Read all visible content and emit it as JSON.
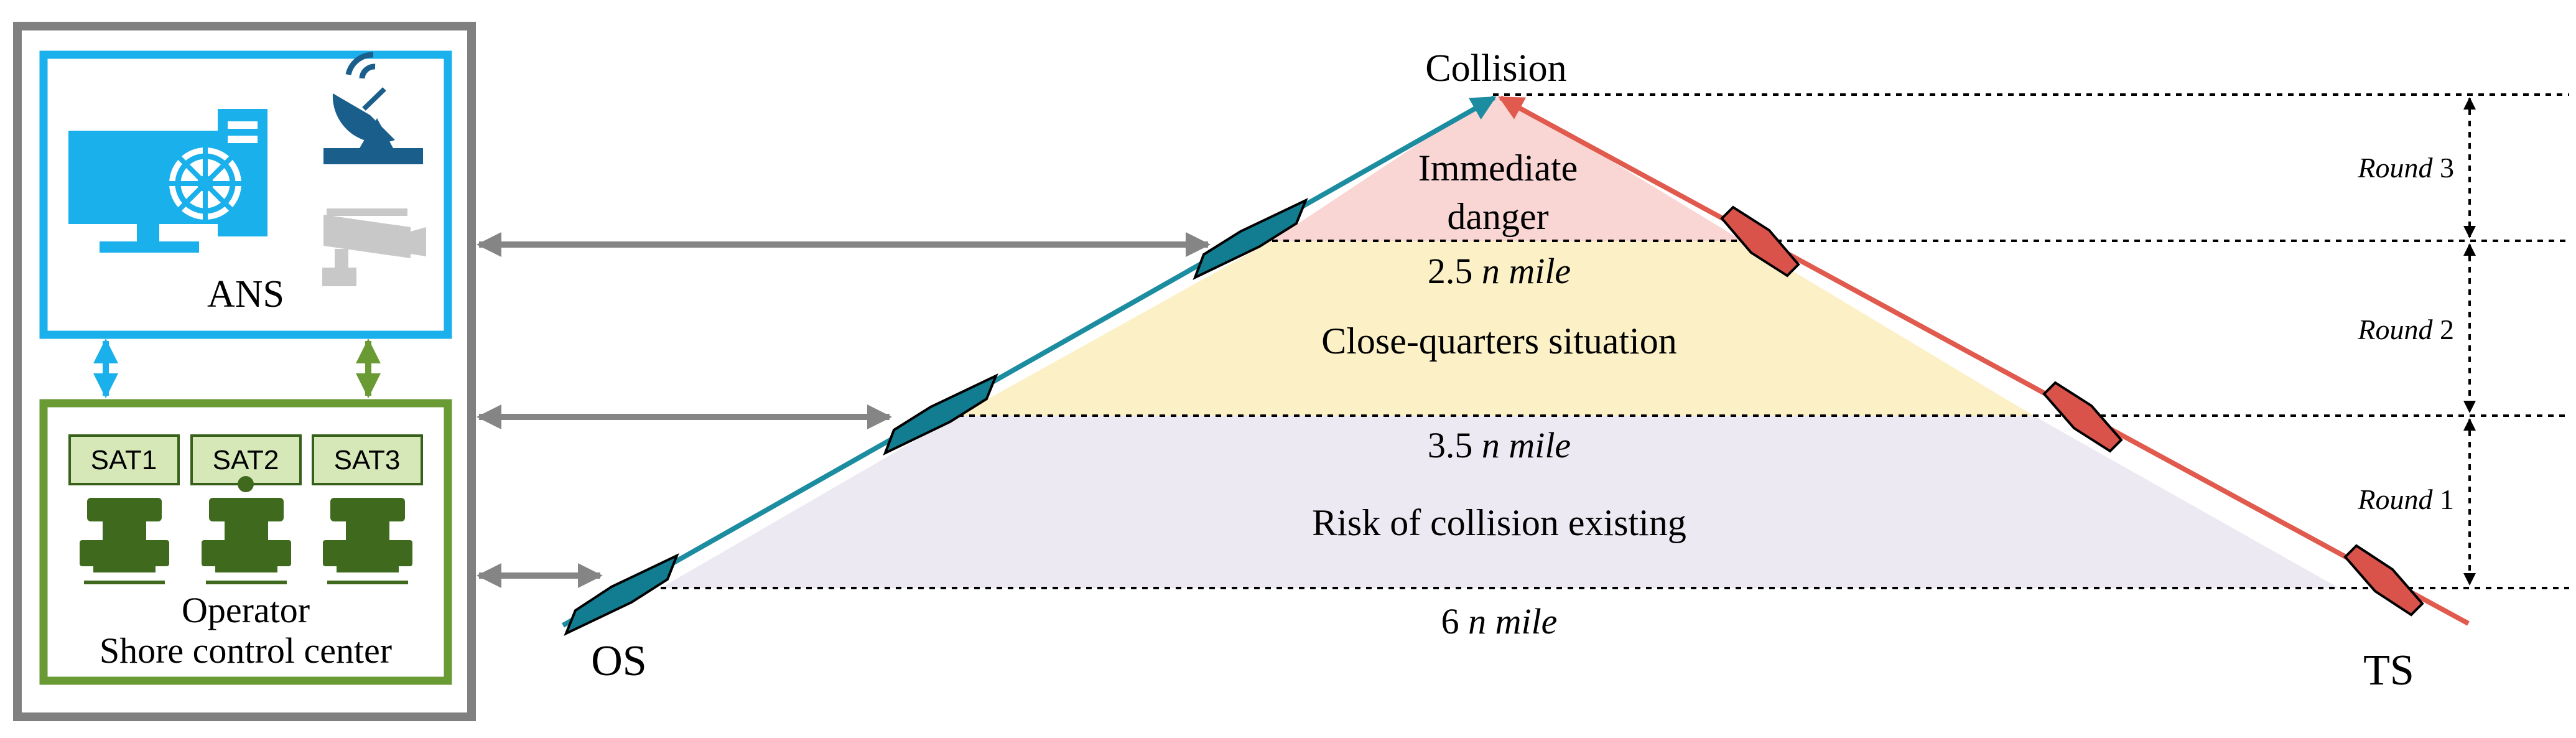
{
  "ans": {
    "label": "ANS"
  },
  "shore": {
    "operator_label": "Operator",
    "center_label": "Shore control center",
    "sats": [
      "SAT1",
      "SAT2",
      "SAT3"
    ]
  },
  "collision_label": "Collision",
  "zones": {
    "immediate": {
      "line1": "Immediate",
      "line2": "danger"
    },
    "close_quarters": "Close-quarters situation",
    "risk": "Risk of collision existing"
  },
  "distances": [
    {
      "value": "2.5",
      "unit": "n mile"
    },
    {
      "value": "3.5",
      "unit": "n mile"
    },
    {
      "value": "6",
      "unit": "n mile"
    }
  ],
  "rounds": [
    {
      "word": "Round",
      "num": "3"
    },
    {
      "word": "Round",
      "num": "2"
    },
    {
      "word": "Round",
      "num": "1"
    }
  ],
  "ships": {
    "os": "OS",
    "ts": "TS"
  },
  "colors": {
    "os_line": "#1c8ca0",
    "os_ship": "#127d90",
    "ts_line": "#e05a4e",
    "ts_ship": "#d9534a",
    "zone_immediate": "#f9d6d4",
    "zone_close": "#fcf0c6",
    "zone_risk": "#ede9f3",
    "ans_border": "#1ab0ec",
    "shore_border": "#6a9a34",
    "outer_border": "#808080",
    "arrow_gray": "#858585"
  }
}
